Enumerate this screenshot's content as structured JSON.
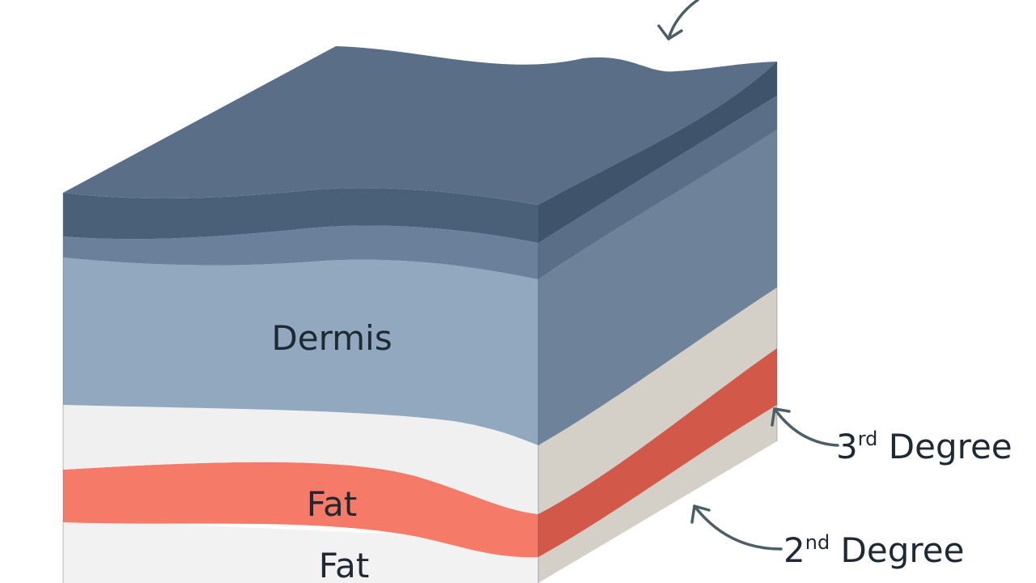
{
  "layers": {
    "dermis": "Dermis",
    "fat_upper": "Fat",
    "fat_lower": "Fat"
  },
  "callouts": {
    "third_num": "3",
    "third_sup": "rd",
    "third_word": " Degree",
    "second_num": "2",
    "second_sup": "nd",
    "second_word": " Degree"
  },
  "colors": {
    "epidermis_top": "#5a6f87",
    "epidermis_dark": "#3f536b",
    "dermis_front": "#91a8be",
    "dermis_side": "#6e8399",
    "fat_front": "#f2f2f2",
    "fat_side": "#d4d0c8",
    "burn_red_front": "#f57a68",
    "burn_red_side": "#d2584a",
    "arrow": "#4c5e66"
  }
}
